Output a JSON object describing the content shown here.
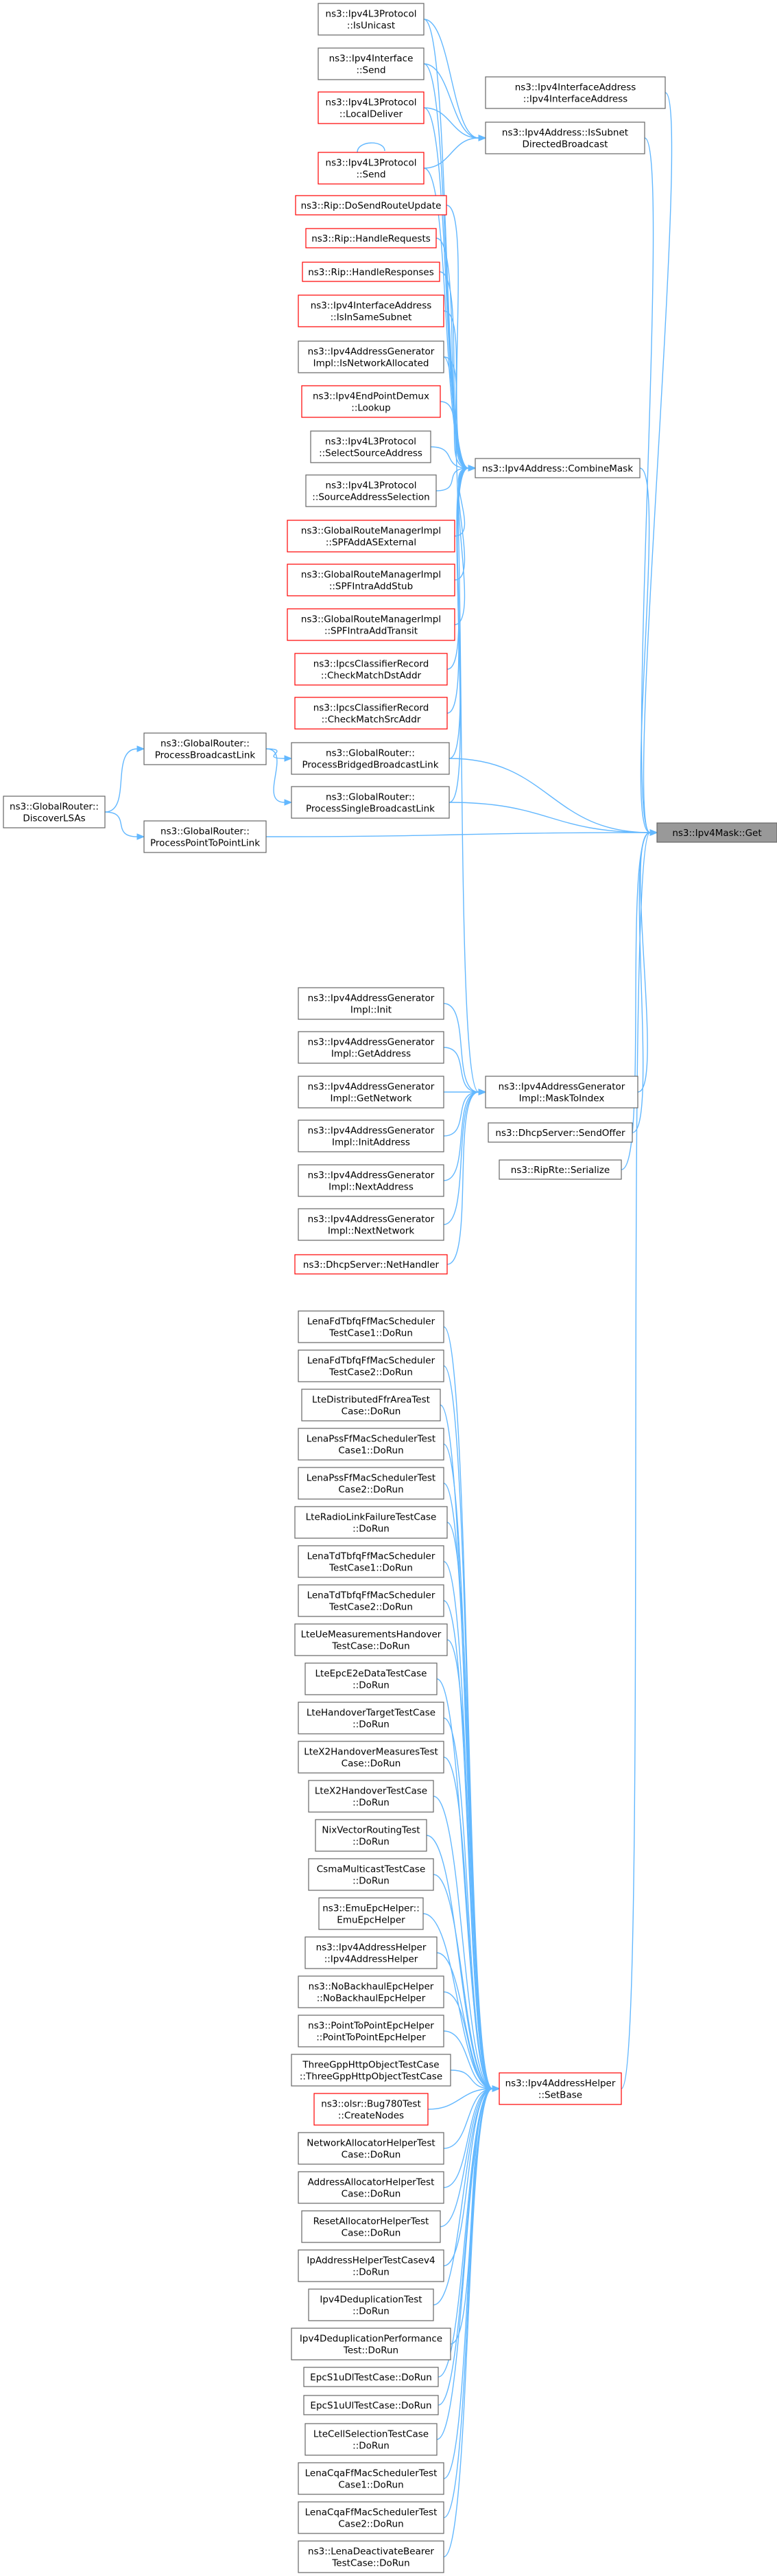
{
  "colors": {
    "edge": "#63b8ff",
    "normal_border": "#666666",
    "red_border": "#ff0000",
    "root_fill": "#999999"
  },
  "nodes": {
    "ipv4mask_get": {
      "lines": [
        "ns3::Ipv4Mask::Get"
      ],
      "style": "root"
    },
    "ipv4l3_isunicast": {
      "lines": [
        "ns3::Ipv4L3Protocol",
        "::IsUnicast"
      ],
      "style": "normal"
    },
    "ipv4iface_send": {
      "lines": [
        "ns3::Ipv4Interface",
        "::Send"
      ],
      "style": "normal"
    },
    "ipv4l3_localdeliver": {
      "lines": [
        "ns3::Ipv4L3Protocol",
        "::LocalDeliver"
      ],
      "style": "red"
    },
    "ipv4l3_send": {
      "lines": [
        "ns3::Ipv4L3Protocol",
        "::Send"
      ],
      "style": "red"
    },
    "rip_dosendrouteupdate": {
      "lines": [
        "ns3::Rip::DoSendRouteUpdate"
      ],
      "style": "red"
    },
    "rip_handlerequests": {
      "lines": [
        "ns3::Rip::HandleRequests"
      ],
      "style": "red"
    },
    "rip_handleresponses": {
      "lines": [
        "ns3::Rip::HandleResponses"
      ],
      "style": "red"
    },
    "ipv4ifaddr_isinsamesubnet": {
      "lines": [
        "ns3::Ipv4InterfaceAddress",
        "::IsInSameSubnet"
      ],
      "style": "red"
    },
    "ipv4addrgen_isnetalloc": {
      "lines": [
        "ns3::Ipv4AddressGenerator",
        "Impl::IsNetworkAllocated"
      ],
      "style": "normal"
    },
    "ipv4epdemux_lookup": {
      "lines": [
        "ns3::Ipv4EndPointDemux",
        "::Lookup"
      ],
      "style": "red"
    },
    "ipv4l3_selectsrc": {
      "lines": [
        "ns3::Ipv4L3Protocol",
        "::SelectSourceAddress"
      ],
      "style": "normal"
    },
    "ipv4l3_srcaddrsel": {
      "lines": [
        "ns3::Ipv4L3Protocol",
        "::SourceAddressSelection"
      ],
      "style": "normal"
    },
    "grm_spfaddasexternal": {
      "lines": [
        "ns3::GlobalRouteManagerImpl",
        "::SPFAddASExternal"
      ],
      "style": "red"
    },
    "grm_spfintraaddstub": {
      "lines": [
        "ns3::GlobalRouteManagerImpl",
        "::SPFIntraAddStub"
      ],
      "style": "red"
    },
    "grm_spfintraaddtransit": {
      "lines": [
        "ns3::GlobalRouteManagerImpl",
        "::SPFIntraAddTransit"
      ],
      "style": "red"
    },
    "ipcs_checkdst": {
      "lines": [
        "ns3::IpcsClassifierRecord",
        "::CheckMatchDstAddr"
      ],
      "style": "red"
    },
    "ipcs_checksrc": {
      "lines": [
        "ns3::IpcsClassifierRecord",
        "::CheckMatchSrcAddr"
      ],
      "style": "red"
    },
    "gr_procbridged": {
      "lines": [
        "ns3::GlobalRouter::",
        "ProcessBridgedBroadcastLink"
      ],
      "style": "normal"
    },
    "gr_procbroadcast": {
      "lines": [
        "ns3::GlobalRouter::",
        "ProcessBroadcastLink"
      ],
      "style": "normal"
    },
    "gr_procsingle": {
      "lines": [
        "ns3::GlobalRouter::",
        "ProcessSingleBroadcastLink"
      ],
      "style": "normal"
    },
    "gr_discoverlsas": {
      "lines": [
        "ns3::GlobalRouter::",
        "DiscoverLSAs"
      ],
      "style": "normal"
    },
    "gr_procp2p": {
      "lines": [
        "ns3::GlobalRouter::",
        "ProcessPointToPointLink"
      ],
      "style": "normal"
    },
    "ipv4ifaddr_ctor": {
      "lines": [
        "ns3::Ipv4InterfaceAddress",
        "::Ipv4InterfaceAddress"
      ],
      "style": "normal"
    },
    "ipv4addr_issubnetdb": {
      "lines": [
        "ns3::Ipv4Address::IsSubnet",
        "DirectedBroadcast"
      ],
      "style": "normal"
    },
    "ipv4addr_combinemask": {
      "lines": [
        "ns3::Ipv4Address::CombineMask"
      ],
      "style": "normal"
    },
    "ipv4addrgen_init": {
      "lines": [
        "ns3::Ipv4AddressGenerator",
        "Impl::Init"
      ],
      "style": "normal"
    },
    "ipv4addrgen_getaddress": {
      "lines": [
        "ns3::Ipv4AddressGenerator",
        "Impl::GetAddress"
      ],
      "style": "normal"
    },
    "ipv4addrgen_getnetwork": {
      "lines": [
        "ns3::Ipv4AddressGenerator",
        "Impl::GetNetwork"
      ],
      "style": "normal"
    },
    "ipv4addrgen_initaddress": {
      "lines": [
        "ns3::Ipv4AddressGenerator",
        "Impl::InitAddress"
      ],
      "style": "normal"
    },
    "ipv4addrgen_nextaddress": {
      "lines": [
        "ns3::Ipv4AddressGenerator",
        "Impl::NextAddress"
      ],
      "style": "normal"
    },
    "ipv4addrgen_nextnetwork": {
      "lines": [
        "ns3::Ipv4AddressGenerator",
        "Impl::NextNetwork"
      ],
      "style": "normal"
    },
    "dhcp_nethandler": {
      "lines": [
        "ns3::DhcpServer::NetHandler"
      ],
      "style": "red"
    },
    "ipv4addrgen_masktoindex": {
      "lines": [
        "ns3::Ipv4AddressGenerator",
        "Impl::MaskToIndex"
      ],
      "style": "normal"
    },
    "dhcp_sendoffer": {
      "lines": [
        "ns3::DhcpServer::SendOffer"
      ],
      "style": "normal"
    },
    "riprte_serialize": {
      "lines": [
        "ns3::RipRte::Serialize"
      ],
      "style": "normal"
    },
    "lenafd1": {
      "lines": [
        "LenaFdTbfqFfMacScheduler",
        "TestCase1::DoRun"
      ],
      "style": "normal"
    },
    "lenafd2": {
      "lines": [
        "LenaFdTbfqFfMacScheduler",
        "TestCase2::DoRun"
      ],
      "style": "normal"
    },
    "ltedistffr": {
      "lines": [
        "LteDistributedFfrAreaTest",
        "Case::DoRun"
      ],
      "style": "normal"
    },
    "lenapss1": {
      "lines": [
        "LenaPssFfMacSchedulerTest",
        "Case1::DoRun"
      ],
      "style": "normal"
    },
    "lenapss2": {
      "lines": [
        "LenaPssFfMacSchedulerTest",
        "Case2::DoRun"
      ],
      "style": "normal"
    },
    "lteradiolink": {
      "lines": [
        "LteRadioLinkFailureTestCase",
        "::DoRun"
      ],
      "style": "normal"
    },
    "lenatd1": {
      "lines": [
        "LenaTdTbfqFfMacScheduler",
        "TestCase1::DoRun"
      ],
      "style": "normal"
    },
    "lenatd2": {
      "lines": [
        "LenaTdTbfqFfMacScheduler",
        "TestCase2::DoRun"
      ],
      "style": "normal"
    },
    "lteuemeas": {
      "lines": [
        "LteUeMeasurementsHandover",
        "TestCase::DoRun"
      ],
      "style": "normal"
    },
    "lteepce2e": {
      "lines": [
        "LteEpcE2eDataTestCase",
        "::DoRun"
      ],
      "style": "normal"
    },
    "ltehotarget": {
      "lines": [
        "LteHandoverTargetTestCase",
        "::DoRun"
      ],
      "style": "normal"
    },
    "ltex2homeas": {
      "lines": [
        "LteX2HandoverMeasuresTest",
        "Case::DoRun"
      ],
      "style": "normal"
    },
    "ltex2ho": {
      "lines": [
        "LteX2HandoverTestCase",
        "::DoRun"
      ],
      "style": "normal"
    },
    "nixvector": {
      "lines": [
        "NixVectorRoutingTest",
        "::DoRun"
      ],
      "style": "normal"
    },
    "csmamulticast": {
      "lines": [
        "CsmaMulticastTestCase",
        "::DoRun"
      ],
      "style": "normal"
    },
    "emuepc": {
      "lines": [
        "ns3::EmuEpcHelper::",
        "EmuEpcHelper"
      ],
      "style": "normal"
    },
    "ipv4addrhelper_ctor": {
      "lines": [
        "ns3::Ipv4AddressHelper",
        "::Ipv4AddressHelper"
      ],
      "style": "normal"
    },
    "nobackhaul": {
      "lines": [
        "ns3::NoBackhaulEpcHelper",
        "::NoBackhaulEpcHelper"
      ],
      "style": "normal"
    },
    "p2pepc": {
      "lines": [
        "ns3::PointToPointEpcHelper",
        "::PointToPointEpcHelper"
      ],
      "style": "normal"
    },
    "threegpp": {
      "lines": [
        "ThreeGppHttpObjectTestCase",
        "::ThreeGppHttpObjectTestCase"
      ],
      "style": "normal"
    },
    "olsrbug780": {
      "lines": [
        "ns3::olsr::Bug780Test",
        "::CreateNodes"
      ],
      "style": "red"
    },
    "netalloc": {
      "lines": [
        "NetworkAllocatorHelperTest",
        "Case::DoRun"
      ],
      "style": "normal"
    },
    "addralloc": {
      "lines": [
        "AddressAllocatorHelperTest",
        "Case::DoRun"
      ],
      "style": "normal"
    },
    "resetalloc": {
      "lines": [
        "ResetAllocatorHelperTest",
        "Case::DoRun"
      ],
      "style": "normal"
    },
    "ipaddrhelper4": {
      "lines": [
        "IpAddressHelperTestCasev4",
        "::DoRun"
      ],
      "style": "normal"
    },
    "ipv4dedup": {
      "lines": [
        "Ipv4DeduplicationTest",
        "::DoRun"
      ],
      "style": "normal"
    },
    "ipv4dedupperf": {
      "lines": [
        "Ipv4DeduplicationPerformance",
        "Test::DoRun"
      ],
      "style": "normal"
    },
    "epcs1udl": {
      "lines": [
        "EpcS1uDlTestCase::DoRun"
      ],
      "style": "normal"
    },
    "epcs1uul": {
      "lines": [
        "EpcS1uUlTestCase::DoRun"
      ],
      "style": "normal"
    },
    "ltecellsel": {
      "lines": [
        "LteCellSelectionTestCase",
        "::DoRun"
      ],
      "style": "normal"
    },
    "lenacqa1": {
      "lines": [
        "LenaCqaFfMacSchedulerTest",
        "Case1::DoRun"
      ],
      "style": "normal"
    },
    "lenacqa2": {
      "lines": [
        "LenaCqaFfMacSchedulerTest",
        "Case2::DoRun"
      ],
      "style": "normal"
    },
    "lenadeact": {
      "lines": [
        "ns3::LenaDeactivateBearer",
        "TestCase::DoRun"
      ],
      "style": "normal"
    },
    "ipv4addrhelper_setbase": {
      "lines": [
        "ns3::Ipv4AddressHelper",
        "::SetBase"
      ],
      "style": "red"
    }
  }
}
